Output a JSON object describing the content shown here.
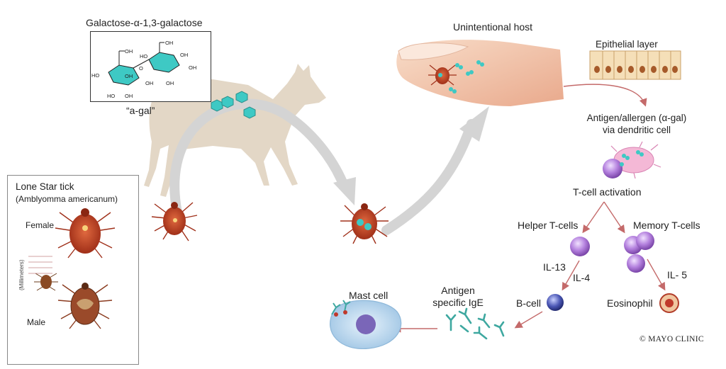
{
  "molecule": {
    "title": "Galactose-α-1,3-galactose",
    "nickname": "“a-gal”",
    "ring_labels": [
      "OH",
      "OH",
      "HO",
      "OH",
      "HO",
      "HO",
      "OH",
      "O",
      "OH",
      "OH",
      "OH",
      "OH"
    ]
  },
  "legend": {
    "title": "Lone Star tick",
    "species": "(Amblyomma americanum)",
    "female_label": "Female",
    "male_label": "Male",
    "scale_label": "(Millimeters)"
  },
  "host": {
    "title": "Unintentional host"
  },
  "pathway": {
    "epithelial": "Epithelial layer",
    "antigen_line1": "Antigen/allergen (α-gal)",
    "antigen_line2": "via dendritic cell",
    "tcell_activation": "T-cell activation",
    "helper": "Helper T-cells",
    "memory": "Memory T-cells",
    "il13": "IL-13",
    "il4": "IL-4",
    "il5": "IL- 5",
    "bcell": "B-cell",
    "eosinophil": "Eosinophil",
    "igE_line1": "Antigen",
    "igE_line2": "specific IgE",
    "mast_cell": "Mast cell"
  },
  "credit": "© MAYO CLINIC",
  "colors": {
    "deer": "#e3d7c6",
    "sugar_cyan": "#3ec9c4",
    "tick_red": "#b8361e",
    "arrow_grey": "#d4d4d4",
    "pathway_arrow": "#c46a6a",
    "tcell_purple": "#b07ad8",
    "bcell_blue": "#4a55b0",
    "mast_blue": "#b7d6ec",
    "skin": "#f2c9b0"
  }
}
